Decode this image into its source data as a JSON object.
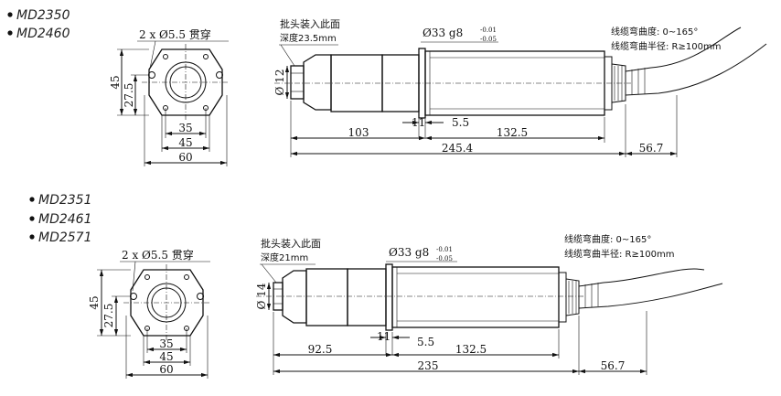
{
  "top": {
    "models": [
      "MD2350",
      "MD2460"
    ],
    "flange": {
      "holes": "2 x Ø5.5 贯穿",
      "h1": "45",
      "h2": "27.5",
      "w1": "35",
      "w2": "45",
      "w3": "60"
    },
    "body": {
      "bit_note": "批头装入此面",
      "depth_note": "深度23.5mm",
      "dia": "Ø 12",
      "tube": "Ø33  g8",
      "tol_up": "-0.01",
      "tol_dn": "-0.05",
      "d_front": "103",
      "d_11": "11",
      "d_55": "5.5",
      "d_rear": "132.5",
      "d_total": "245.4",
      "d_cable": "56.7"
    },
    "cable_note_1": "线缆弯曲度: 0~165°",
    "cable_note_2": "线缆弯曲半径: R≥100mm"
  },
  "bottom": {
    "models": [
      "MD2351",
      "MD2461",
      "MD2571"
    ],
    "flange": {
      "holes": "2 x Ø5.5 贯穿",
      "h1": "45",
      "h2": "27.5",
      "w1": "35",
      "w2": "45",
      "w3": "60"
    },
    "body": {
      "bit_note": "批头装入此面",
      "depth_note": "深度21mm",
      "dia": "Ø 14",
      "tube": "Ø33  g8",
      "tol_up": "-0.01",
      "tol_dn": "-0.05",
      "d_front": "92.5",
      "d_11": "11",
      "d_55": "5.5",
      "d_rear": "132.5",
      "d_total": "235",
      "d_cable": "56.7"
    },
    "cable_note_1": "线缆弯曲度: 0~165°",
    "cable_note_2": "线缆弯曲半径: R≥100mm"
  }
}
